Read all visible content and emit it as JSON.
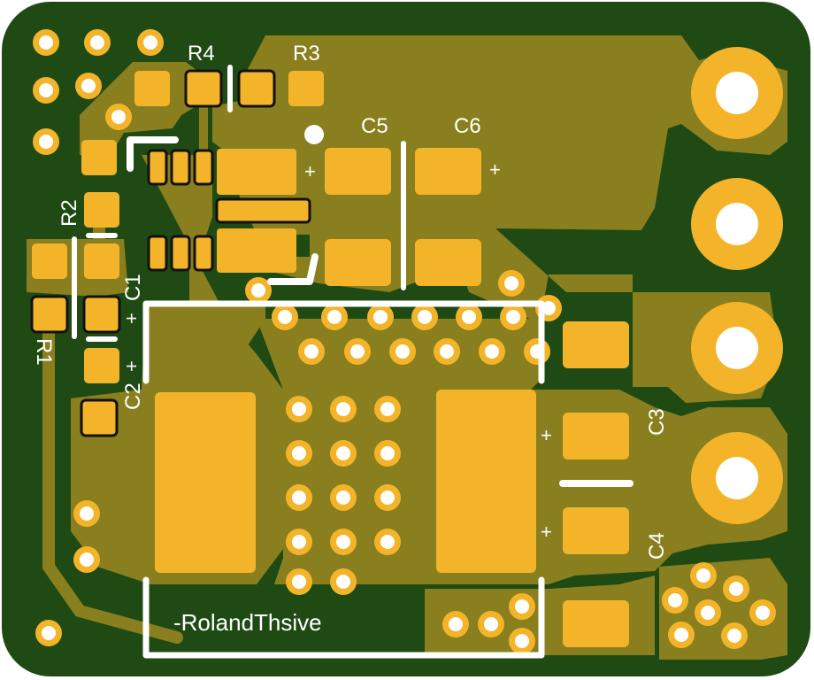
{
  "colors": {
    "board": "#1f4a14",
    "copper": "#8a7f1e",
    "pad": "#f4b42a",
    "silk": "#ffffff",
    "drill": "#ffffff"
  },
  "labels": {
    "r4": "R4",
    "r3": "R3",
    "c5": "C5",
    "c6": "C6",
    "r2": "R2",
    "c1": "C1",
    "r1": "R1",
    "c2": "C2",
    "c3": "C3",
    "c4": "C4",
    "plus_c5": "+",
    "plus_c6": "+",
    "plus_c1": "+",
    "plus_c2": "+",
    "plus_c3": "+",
    "plus_c4": "+",
    "credit": "-RolandThsive"
  }
}
